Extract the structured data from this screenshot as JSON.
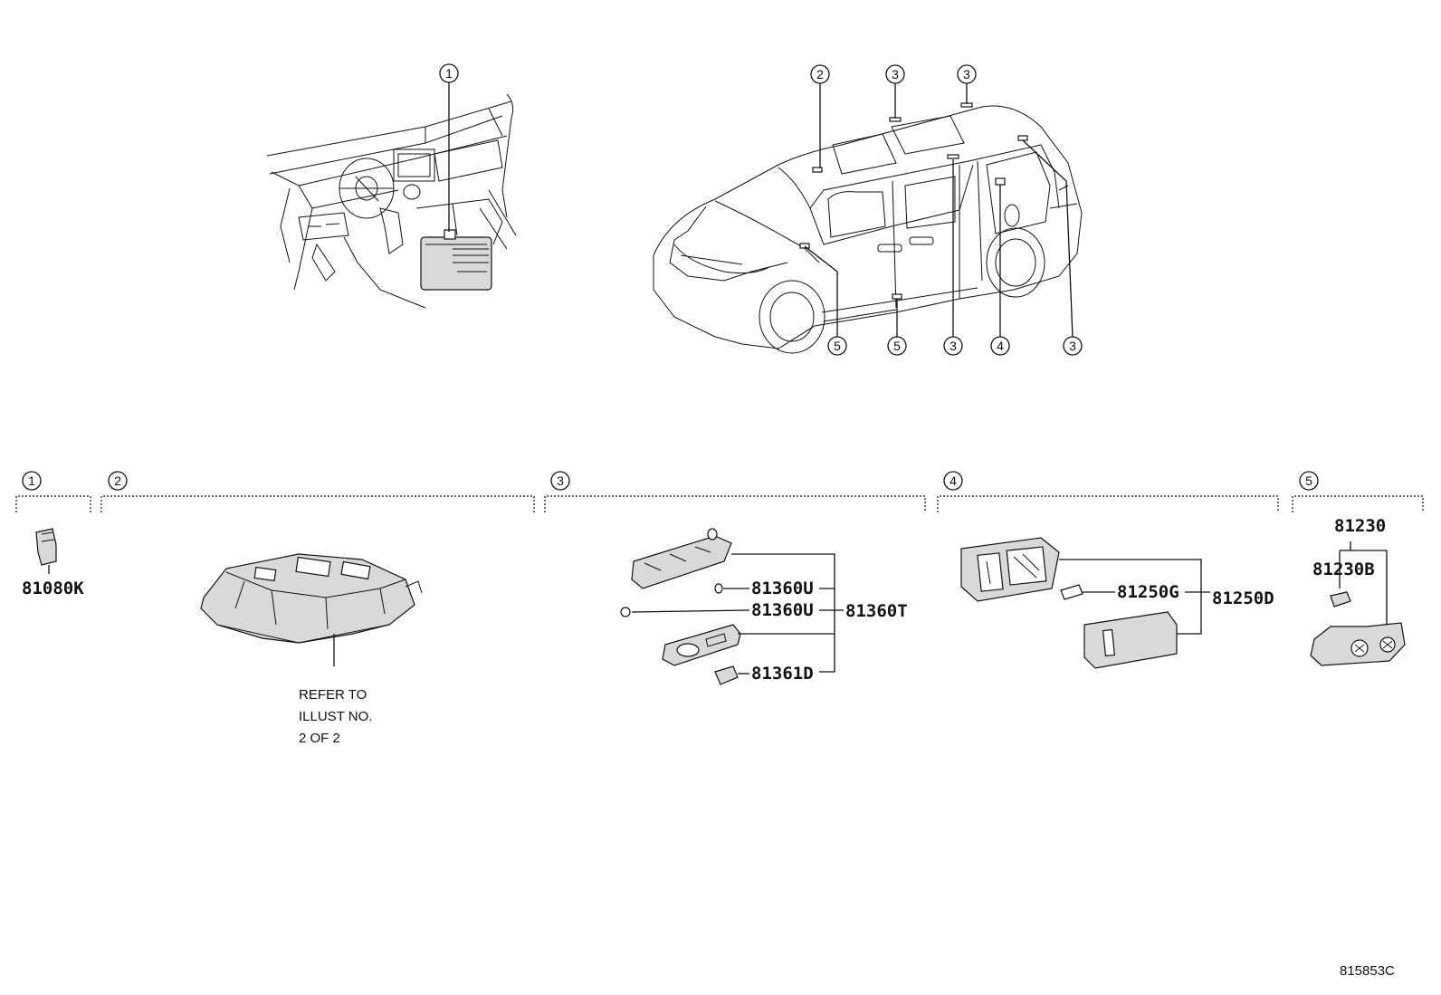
{
  "overview": {
    "dashboard_callout": "1",
    "vehicle_callouts": [
      "2",
      "3",
      "3",
      "5",
      "5",
      "3",
      "4",
      "3"
    ]
  },
  "groups": [
    {
      "number": "1",
      "parts": [
        "81080K"
      ]
    },
    {
      "number": "2",
      "note": [
        "REFER TO",
        "ILLUST NO.",
        "2 OF 2"
      ]
    },
    {
      "number": "3",
      "parts": [
        "81360U",
        "81360U",
        "81361D"
      ],
      "assembly": "81360T"
    },
    {
      "number": "4",
      "parts": [
        "81250G"
      ],
      "assembly": "81250D"
    },
    {
      "number": "5",
      "parts": [
        "81230B"
      ],
      "assembly": "81230"
    }
  ],
  "illustration_id": "815853C"
}
